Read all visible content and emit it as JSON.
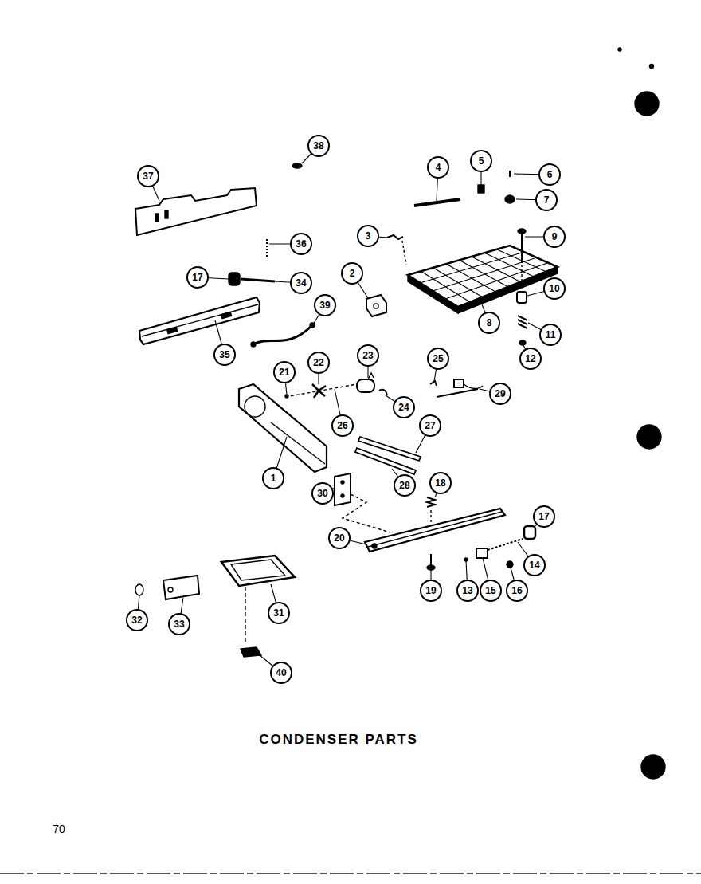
{
  "diagram": {
    "caption": "CONDENSER PARTS",
    "nodes": [
      {
        "text": [
          "38"
        ]
      },
      {
        "text": [
          "4"
        ]
      },
      {
        "text": [
          "5"
        ]
      },
      {
        "text": [
          "37"
        ]
      },
      {
        "text": [
          "6"
        ]
      },
      {
        "text": [
          "7"
        ]
      },
      {
        "text": [
          "3"
        ]
      },
      {
        "text": [
          "9"
        ]
      },
      {
        "text": [
          "36"
        ]
      },
      {
        "text": [
          "2"
        ]
      },
      {
        "text": [
          "17"
        ]
      },
      {
        "text": [
          "34"
        ]
      },
      {
        "text": [
          "10"
        ]
      },
      {
        "text": [
          "39"
        ]
      },
      {
        "text": [
          "8"
        ]
      },
      {
        "text": [
          "11"
        ]
      },
      {
        "text": [
          "35"
        ]
      },
      {
        "text": [
          "12"
        ]
      },
      {
        "text": [
          "23"
        ]
      },
      {
        "text": [
          "25"
        ]
      },
      {
        "text": [
          "22"
        ]
      },
      {
        "text": [
          "21"
        ]
      },
      {
        "text": [
          "29"
        ]
      },
      {
        "text": [
          "24"
        ]
      },
      {
        "text": [
          "26"
        ]
      },
      {
        "text": [
          "27"
        ]
      },
      {
        "text": [
          "1"
        ]
      },
      {
        "text": [
          "18"
        ]
      },
      {
        "text": [
          "28"
        ]
      },
      {
        "text": [
          "30"
        ]
      },
      {
        "text": [
          "17"
        ]
      },
      {
        "text": [
          "20"
        ]
      },
      {
        "text": [
          "14"
        ]
      },
      {
        "text": [
          "19"
        ]
      },
      {
        "text": [
          "13"
        ]
      },
      {
        "text": [
          "15"
        ]
      },
      {
        "text": [
          "16"
        ]
      },
      {
        "text": [
          "31"
        ]
      },
      {
        "text": [
          "32"
        ]
      },
      {
        "text": [
          "33"
        ]
      },
      {
        "text": [
          "40"
        ]
      }
    ],
    "edges": [],
    "labels": [
      "70"
    ]
  }
}
